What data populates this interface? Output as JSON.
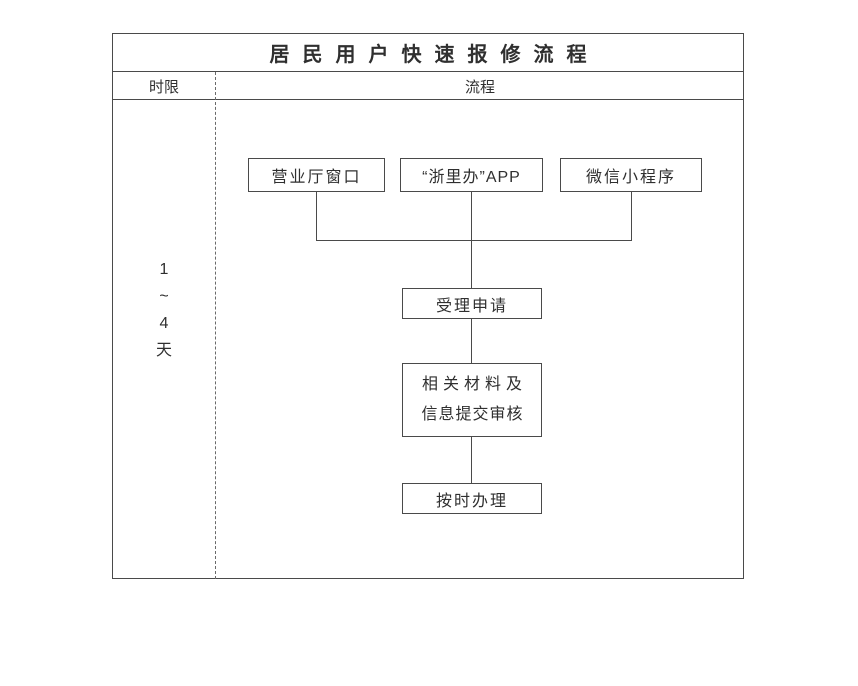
{
  "diagram": {
    "title": "居民用户快速报修流程",
    "columns": {
      "left_header": "时限",
      "right_header": "流程"
    },
    "time_limit": {
      "chars": [
        "1",
        "~",
        "4",
        "天"
      ]
    },
    "nodes": {
      "channel1": "营业厅窗口",
      "channel2": "“浙里办”APP",
      "channel3": "微信小程序",
      "accept": "受理申请",
      "review_line1": "相关材料及",
      "review_line2": "信息提交审核",
      "handle": "按时办理"
    },
    "colors": {
      "line": "#4a4a4a",
      "text": "#2f2f2f",
      "background": "#ffffff"
    }
  }
}
